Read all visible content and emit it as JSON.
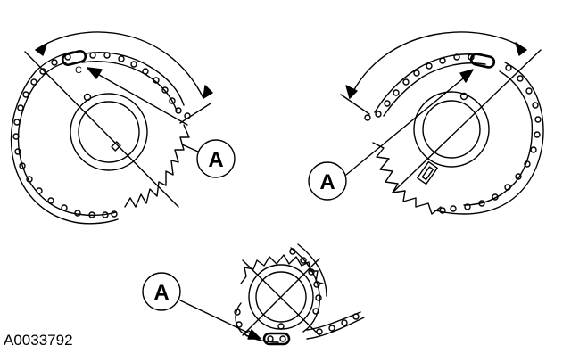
{
  "figure": {
    "id": "A0033792",
    "callout_label": "A",
    "small_mark": "C"
  },
  "colors": {
    "ink": "#000000",
    "paper": "#ffffff"
  },
  "parts": [
    "camshaft-sprocket-left",
    "camshaft-sprocket-right",
    "crankshaft-sprocket",
    "timing-chain",
    "rotation-arrow",
    "callout-A"
  ]
}
